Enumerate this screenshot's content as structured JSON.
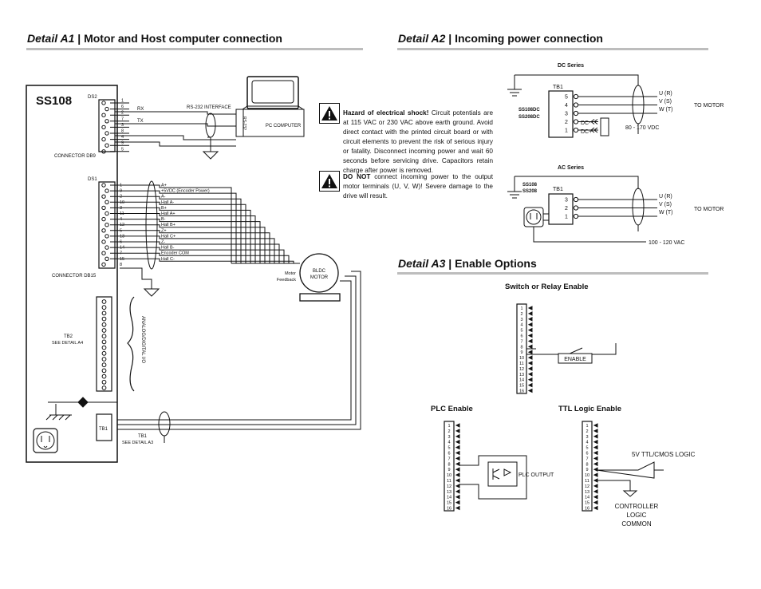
{
  "headers": {
    "a1": {
      "tag": "Detail A1",
      "text": "| Motor and Host computer connection"
    },
    "a2": {
      "tag": "Detail A2",
      "text": "| Incoming power connection"
    },
    "a3": {
      "tag": "Detail A3",
      "text": "| Enable Options"
    }
  },
  "a1": {
    "drive": "SS108",
    "ds2": "DS2",
    "ds1": "DS1",
    "db9_pins": [
      "1",
      "6",
      "2",
      "7",
      "3",
      "8",
      "4",
      "9",
      "5"
    ],
    "rx": "RX",
    "tx": "TX",
    "rs232_interface": "RS-232 INTERFACE",
    "rs232": "RS-232",
    "pc": "PC COMPUTER",
    "connector_db9": "CONNECTOR DB9",
    "connector_db15": "CONNECTOR DB15",
    "db15_pins": [
      "1",
      "9",
      "2",
      "10",
      "3",
      "11",
      "4",
      "12",
      "5",
      "13",
      "6",
      "14",
      "7",
      "15",
      "8"
    ],
    "db15_signals": [
      "A+",
      "+5VDC (Encoder Power)",
      "A-",
      "Hall A-",
      "B+",
      "Hall A+",
      "B-",
      "Hall B+",
      "Z+",
      "Hall C+",
      "Z-",
      "Hall B-",
      "Encoder COM",
      "Hall C-",
      ""
    ],
    "motor_feedback": [
      "Motor",
      "Feedback"
    ],
    "motor": [
      "BLDC",
      "MOTOR"
    ],
    "analog_io": "ANALOG/DIGITAL I/O",
    "tb2": "TB2",
    "see_a4": "SEE DETAIL A4",
    "tb1": "TB1",
    "see_a3": "SEE DETAIL A3"
  },
  "warnings": [
    {
      "bold": "Hazard of electrical shock!",
      "text": " Circuit potentials are at 115 VAC or 230 VAC above earth ground. Avoid direct contact with the printed circuit board or with circuit elements to prevent the risk of serious injury or fatality. Disconnect incoming power and wait 60 seconds before servicing drive. Capacitors retain charge after power is removed."
    },
    {
      "bold": "DO NOT",
      "text": " connect incoming power to the output motor terminals (U, V, W)! Severe damage to the drive will result."
    }
  ],
  "a2": {
    "dc_series": "DC Series",
    "dc_models": [
      "SS108DC",
      "SS208DC"
    ],
    "tb1": "TB1",
    "dc_pins": [
      "5",
      "4",
      "3",
      "2",
      "1"
    ],
    "dc_minus": "DC-",
    "dc_plus": "DC+",
    "uvw": [
      "U (R)",
      "V (S)",
      "W (T)"
    ],
    "to_motor": "TO MOTOR",
    "dc_voltage": "80 - 170 VDC",
    "ac_series": "AC Series",
    "ac_models": [
      "SS108",
      "SS208"
    ],
    "ac_pins": [
      "3",
      "2",
      "1"
    ],
    "ac_voltage": "100 - 120 VAC"
  },
  "a3": {
    "switch_title": "Switch or Relay Enable",
    "plc_title": "PLC Enable",
    "ttl_title": "TTL Logic Enable",
    "pins": [
      "1",
      "2",
      "3",
      "4",
      "5",
      "6",
      "7",
      "8",
      "9",
      "10",
      "11",
      "12",
      "13",
      "14",
      "15",
      "16"
    ],
    "enable": "ENABLE",
    "plc_output": "PLC OUTPUT",
    "ttl_logic": "5V TTL/CMOS LOGIC",
    "controller": [
      "CONTROLLER",
      "LOGIC",
      "COMMON"
    ]
  }
}
